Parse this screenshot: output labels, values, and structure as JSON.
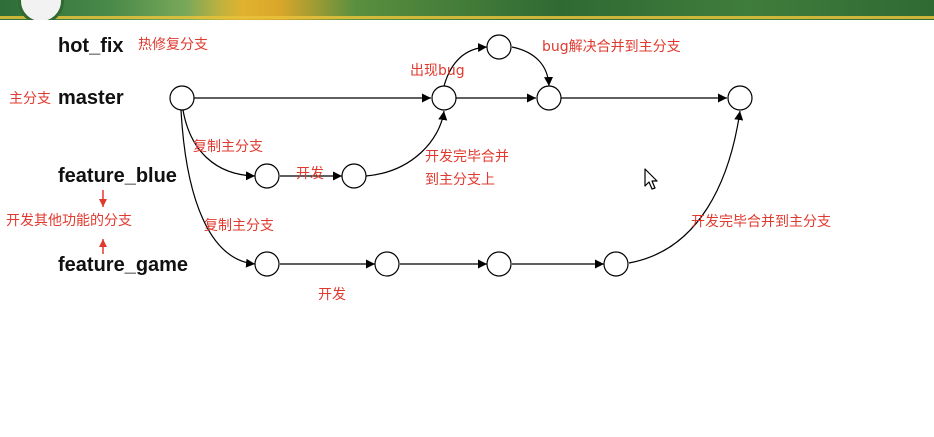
{
  "banner": {
    "logo_text": ""
  },
  "branches": {
    "hot_fix": "hot_fix",
    "master": "master",
    "feature_blue": "feature_blue",
    "feature_game": "feature_game"
  },
  "notes": {
    "hotfix_desc": "热修复分支",
    "master_desc": "主分支",
    "bug_appears": "出现bug",
    "bug_resolved": "bug解决合并到主分支",
    "copy_master_1": "复制主分支",
    "develop_1": "开发",
    "blue_done_line1": "开发完毕合并",
    "blue_done_line2": "到主分支上",
    "other_features": "开发其他功能的分支",
    "copy_master_2": "复制主分支",
    "develop_2": "开发",
    "game_done": "开发完毕合并到主分支"
  },
  "colors": {
    "branch_text": "#111111",
    "annotation": "#e03a2f",
    "line": "#000000",
    "banner_green": "#2f6a33",
    "banner_gold": "#e0b22f"
  },
  "icons": [
    "cursor-icon",
    "arrow-up-icon",
    "arrow-down-icon"
  ]
}
